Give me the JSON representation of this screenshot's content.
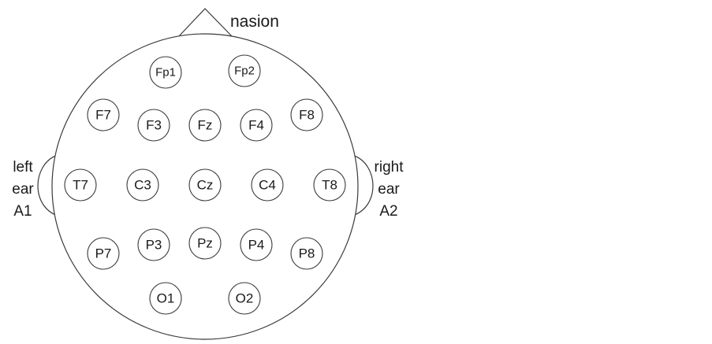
{
  "labels": {
    "nasion": "nasion",
    "left_ear": [
      "left",
      "ear",
      "A1"
    ],
    "right_ear": [
      "right",
      "ear",
      "A2"
    ]
  },
  "electrodes": [
    {
      "id": "fp1",
      "label": "Fp1"
    },
    {
      "id": "fp2",
      "label": "Fp2"
    },
    {
      "id": "f7",
      "label": "F7"
    },
    {
      "id": "f3",
      "label": "F3"
    },
    {
      "id": "fz",
      "label": "Fz"
    },
    {
      "id": "f4",
      "label": "F4"
    },
    {
      "id": "f8",
      "label": "F8"
    },
    {
      "id": "t7",
      "label": "T7"
    },
    {
      "id": "c3",
      "label": "C3"
    },
    {
      "id": "cz",
      "label": "Cz"
    },
    {
      "id": "c4",
      "label": "C4"
    },
    {
      "id": "t8",
      "label": "T8"
    },
    {
      "id": "p7",
      "label": "P7"
    },
    {
      "id": "p3",
      "label": "P3"
    },
    {
      "id": "pz",
      "label": "Pz"
    },
    {
      "id": "p4",
      "label": "P4"
    },
    {
      "id": "p8",
      "label": "P8"
    },
    {
      "id": "o1",
      "label": "O1"
    },
    {
      "id": "o2",
      "label": "O2"
    }
  ]
}
